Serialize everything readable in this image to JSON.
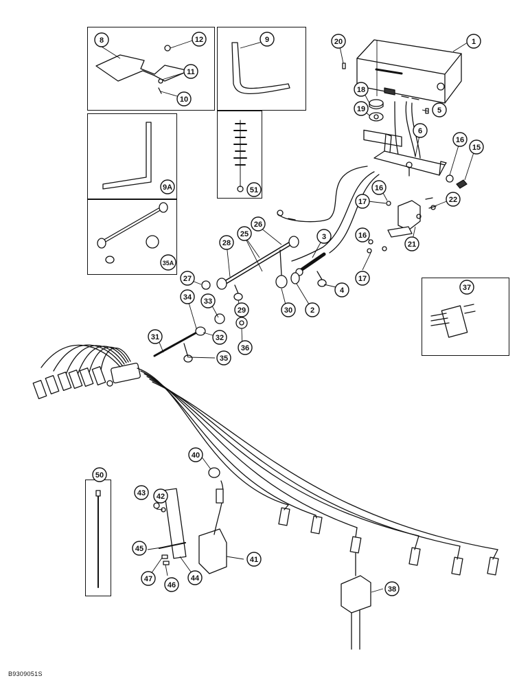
{
  "document_code": "B9309051S",
  "callouts": [
    {
      "id": "c1",
      "label": "1"
    },
    {
      "id": "c2",
      "label": "2"
    },
    {
      "id": "c3",
      "label": "3"
    },
    {
      "id": "c4",
      "label": "4"
    },
    {
      "id": "c5",
      "label": "5"
    },
    {
      "id": "c6",
      "label": "6"
    },
    {
      "id": "c8",
      "label": "8"
    },
    {
      "id": "c9",
      "label": "9"
    },
    {
      "id": "c9a",
      "label": "9A"
    },
    {
      "id": "c10",
      "label": "10"
    },
    {
      "id": "c11",
      "label": "11"
    },
    {
      "id": "c12",
      "label": "12"
    },
    {
      "id": "c15",
      "label": "15"
    },
    {
      "id": "c16a",
      "label": "16"
    },
    {
      "id": "c16b",
      "label": "16"
    },
    {
      "id": "c16c",
      "label": "16"
    },
    {
      "id": "c17a",
      "label": "17"
    },
    {
      "id": "c17b",
      "label": "17"
    },
    {
      "id": "c18",
      "label": "18"
    },
    {
      "id": "c19",
      "label": "19"
    },
    {
      "id": "c20",
      "label": "20"
    },
    {
      "id": "c21",
      "label": "21"
    },
    {
      "id": "c22",
      "label": "22"
    },
    {
      "id": "c25",
      "label": "25"
    },
    {
      "id": "c26",
      "label": "26"
    },
    {
      "id": "c27",
      "label": "27"
    },
    {
      "id": "c28",
      "label": "28"
    },
    {
      "id": "c29",
      "label": "29"
    },
    {
      "id": "c30",
      "label": "30"
    },
    {
      "id": "c31",
      "label": "31"
    },
    {
      "id": "c32",
      "label": "32"
    },
    {
      "id": "c33",
      "label": "33"
    },
    {
      "id": "c34",
      "label": "34"
    },
    {
      "id": "c35",
      "label": "35"
    },
    {
      "id": "c35a",
      "label": "35A"
    },
    {
      "id": "c36",
      "label": "36"
    },
    {
      "id": "c37",
      "label": "37"
    },
    {
      "id": "c38",
      "label": "38"
    },
    {
      "id": "c40",
      "label": "40"
    },
    {
      "id": "c41",
      "label": "41"
    },
    {
      "id": "c42",
      "label": "42"
    },
    {
      "id": "c43",
      "label": "43"
    },
    {
      "id": "c44",
      "label": "44"
    },
    {
      "id": "c45",
      "label": "45"
    },
    {
      "id": "c46",
      "label": "46"
    },
    {
      "id": "c47",
      "label": "47"
    },
    {
      "id": "c50",
      "label": "50"
    },
    {
      "id": "c51",
      "label": "51"
    }
  ]
}
